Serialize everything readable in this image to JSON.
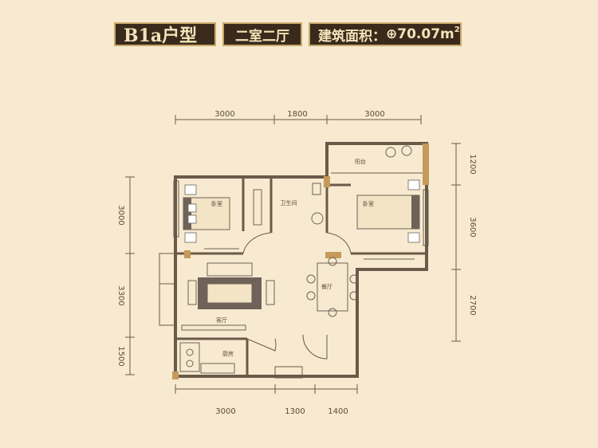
{
  "header": {
    "unit_type": "B1a户型",
    "layout": "二室二厅",
    "area_label": "建筑面积：",
    "area_symbol": "⊕",
    "area_value": "70.07m",
    "area_unit_sup": "2"
  },
  "dimensions": {
    "top": [
      "3000",
      "1800",
      "3000"
    ],
    "bottom": [
      "3000",
      "1300",
      "1400"
    ],
    "left": [
      "3000",
      "3300",
      "1500"
    ],
    "right": [
      "1200",
      "3600",
      "2700"
    ]
  },
  "rooms": {
    "balcony": "阳台",
    "bedroom_left": "卧室",
    "bedroom_right": "卧室",
    "bathroom": "卫生间",
    "dining": "餐厅",
    "living": "客厅",
    "kitchen": "厨房"
  },
  "colors": {
    "background": "#f7ead0",
    "wall": "#6b5a4a",
    "accent": "#c59a5a",
    "furniture": "#6f6258",
    "banner_bg": "#3a2a1c",
    "banner_text": "#f4e3b8"
  }
}
